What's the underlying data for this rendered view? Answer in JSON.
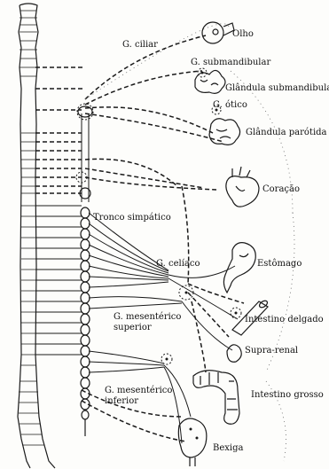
{
  "colors": {
    "ink": "#1a1a1a",
    "paper": "#fdfdfb"
  },
  "labels": {
    "ganglion_ciliary": "G. ciliar",
    "eye": "Olho",
    "ganglion_submandibular": "G. submandibular",
    "submandibular_gland": "Glândula submandibular",
    "ganglion_otic": "G. ótico",
    "parotid_gland": "Glândula parótida",
    "heart": "Coração",
    "sympathetic_trunk": "Tronco simpático",
    "stomach": "Estômago",
    "ganglion_celiac": "G. celíaco",
    "small_intestine": "Intestino delgado",
    "ganglion_superior_mesenteric_1": "G. mesentérico",
    "ganglion_superior_mesenteric_2": "superior",
    "adrenal": "Supra-renal",
    "large_intestine": "Intestino grosso",
    "ganglion_inferior_mesenteric_1": "G. mesentérico",
    "ganglion_inferior_mesenteric_2": "inferior",
    "bladder": "Bexiga"
  }
}
